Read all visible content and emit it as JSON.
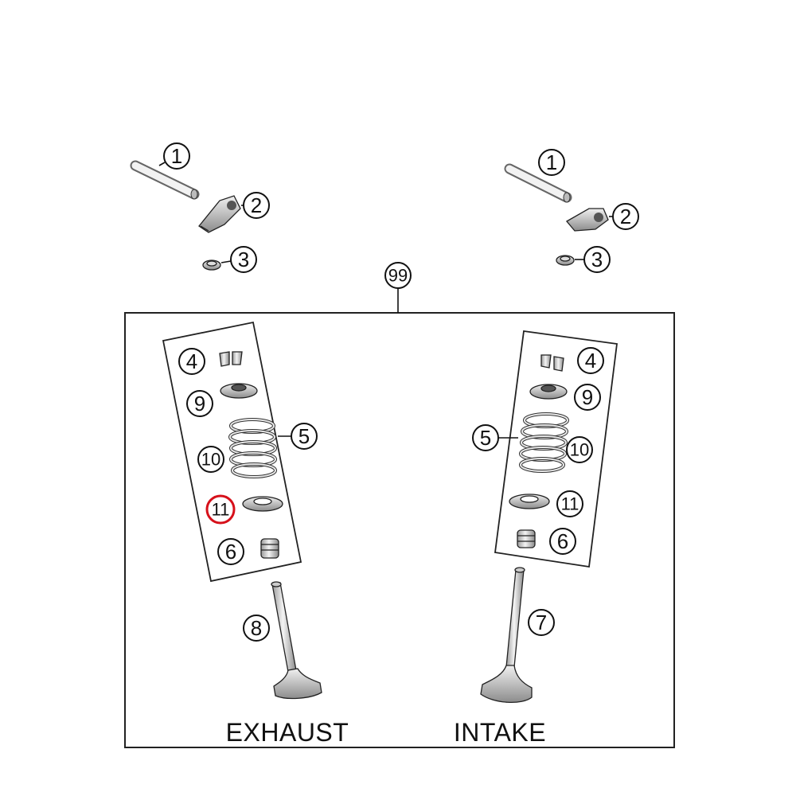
{
  "callouts": {
    "c1_left": "1",
    "c2_left": "2",
    "c3_left": "3",
    "c1_right": "1",
    "c2_right": "2",
    "c3_right": "3",
    "c99": "99",
    "exhaust": {
      "c4": "4",
      "c9": "9",
      "c5": "5",
      "c10": "10",
      "c11": "11",
      "c6": "6",
      "c8": "8"
    },
    "intake": {
      "c4": "4",
      "c9": "9",
      "c5": "5",
      "c10": "10",
      "c11": "11",
      "c6": "6",
      "c7": "7"
    }
  },
  "labels": {
    "exhaust": "EXHAUST",
    "intake": "INTAKE"
  },
  "highlight": {
    "part": "11",
    "side": "exhaust",
    "color": "#d6101a"
  }
}
